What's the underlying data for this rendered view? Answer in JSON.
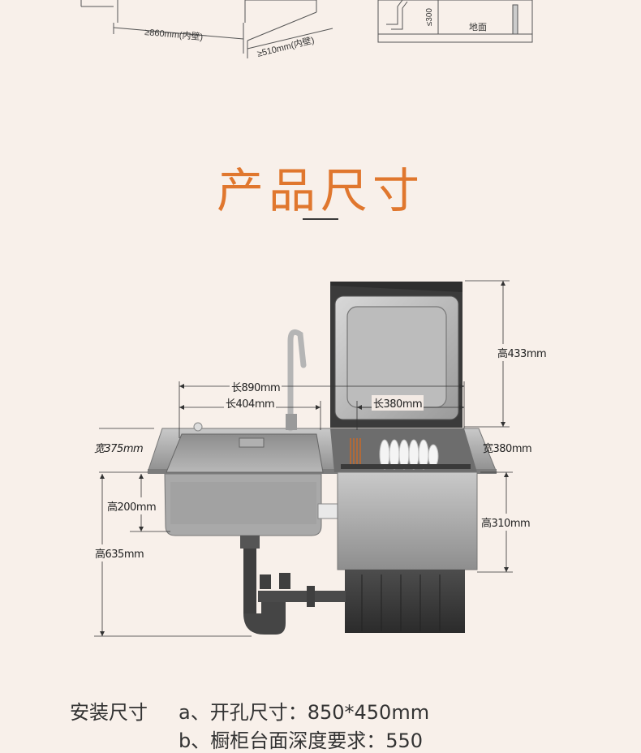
{
  "top_sketch": {
    "cabinet_width_label": "≥860mm(内壁)",
    "cabinet_depth_label": "≥510mm(内壁)",
    "height_label": "≤300",
    "floor_label": "地面"
  },
  "section": {
    "title": "产品尺寸"
  },
  "dimensions": {
    "total_length": "长890mm",
    "sink_length": "长404mm",
    "dishwasher_length": "长380mm",
    "sink_width": "宽375mm",
    "dishwasher_width": "宽380mm",
    "lid_height": "高433mm",
    "sink_depth": "高200mm",
    "total_height": "高635mm",
    "dishwasher_height": "高310mm"
  },
  "install": {
    "heading": "安装尺寸",
    "item_a": "a、开孔尺寸：850*450mm",
    "item_b": "b、橱柜台面深度要求：550"
  }
}
